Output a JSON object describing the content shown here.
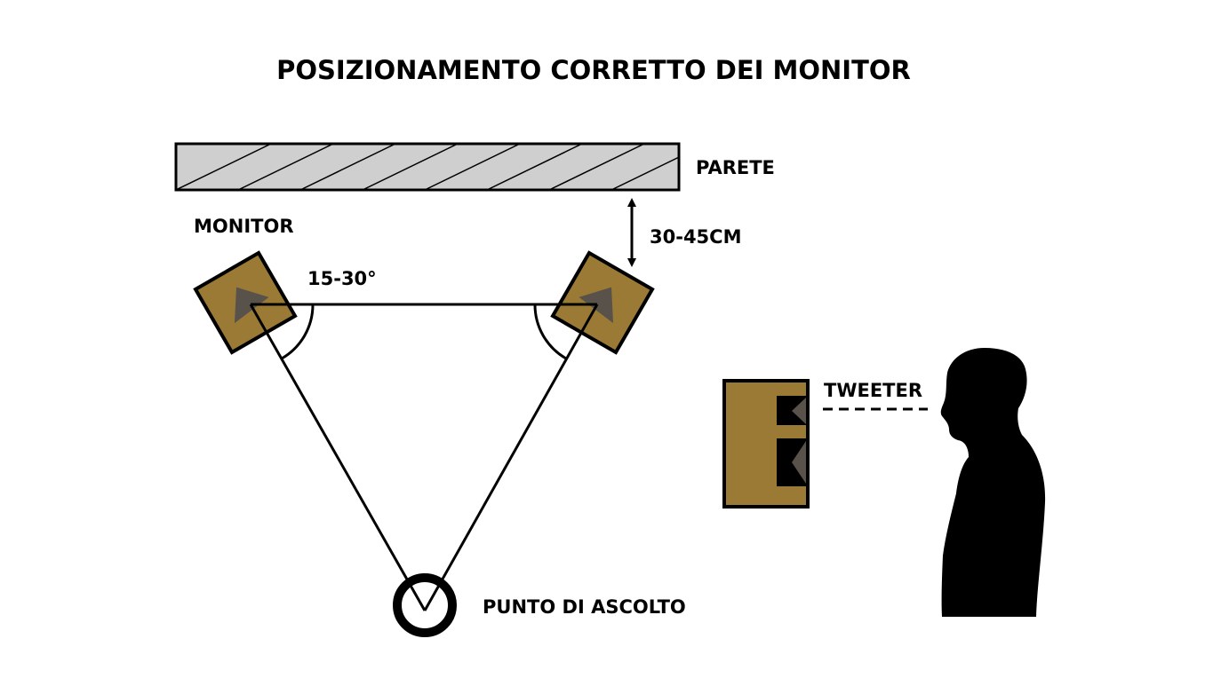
{
  "title": "POSIZIONAMENTO CORRETTO DEI MONITOR",
  "labels": {
    "wall": "PARETE",
    "monitor": "MONITOR",
    "distance": "30-45CM",
    "angle": "15-30°",
    "tweeter": "TWEETER",
    "listening_point": "PUNTO DI ASCOLTO"
  },
  "colors": {
    "speaker_body": "#9a7a34",
    "speaker_cone": "#58524a",
    "wall_fill": "#cfcfcf",
    "ink": "#000000",
    "background": "#ffffff"
  },
  "icons": {
    "person": "person-silhouette-icon",
    "listener": "listening-point-icon"
  }
}
